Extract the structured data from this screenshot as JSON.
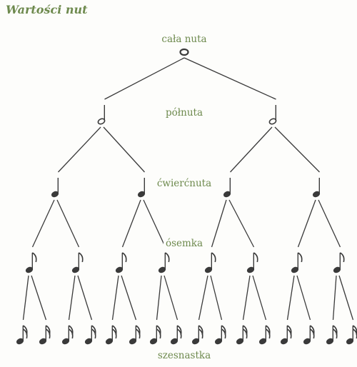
{
  "title": "Wartości nut",
  "levels": [
    {
      "label": "cała nuta",
      "type": "whole",
      "count": 1
    },
    {
      "label": "półnuta",
      "type": "half",
      "count": 2
    },
    {
      "label": "ćwierćnuta",
      "type": "quarter",
      "count": 4
    },
    {
      "label": "ósemka",
      "type": "eighth",
      "count": 8
    },
    {
      "label": "szesnastka",
      "type": "sixteenth",
      "count": 16
    }
  ],
  "colors": {
    "label": "#6e8a4e",
    "ink": "#3a3a3a",
    "background": "#fdfdfb"
  }
}
